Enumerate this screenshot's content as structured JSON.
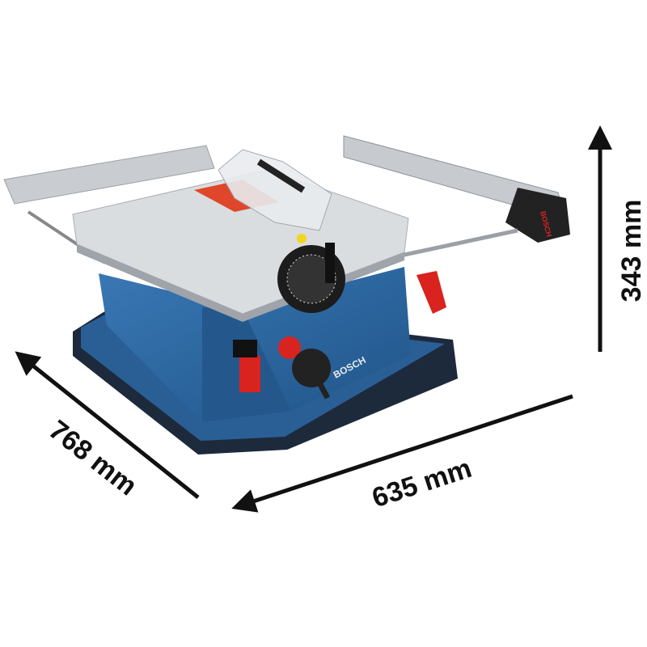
{
  "product": {
    "brand_logo": "BOSCH",
    "colors": {
      "body": "#2f6aa3",
      "base": "#1d2a3c",
      "table": "#d9dcdf",
      "accent": "#d8231f"
    }
  },
  "dimensions": {
    "height": "343 mm",
    "depth": "768 mm",
    "width": "635 mm"
  }
}
